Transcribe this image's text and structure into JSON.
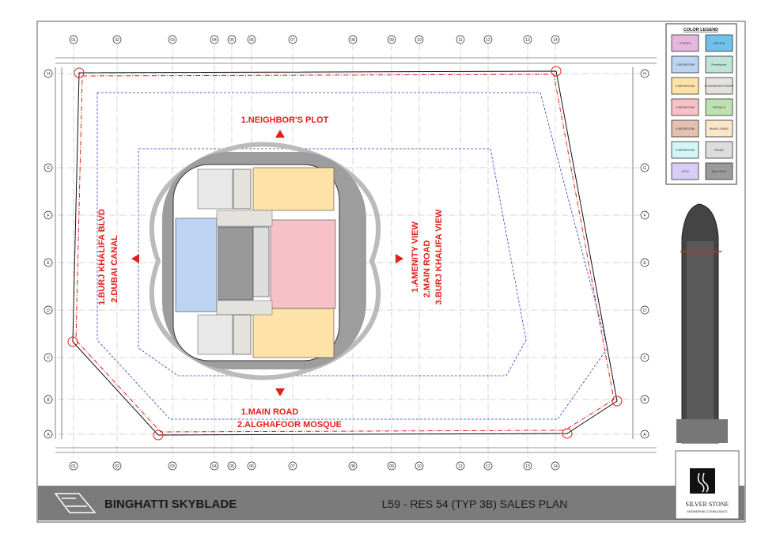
{
  "title_bar": {
    "project_name": "BINGHATTI SKYBLADE",
    "sheet_title": "L59 - RES 54 (TYP 3B) SALES PLAN"
  },
  "consultant": {
    "name": "SILVER STONE",
    "subtitle": "ENGINEERING CONSULTANTS"
  },
  "legend": {
    "title": "COLOR LEGEND",
    "items": [
      {
        "label": "STUDIO",
        "color": "#e3b8dc"
      },
      {
        "label": "OFFICE",
        "color": "#6ec1ea"
      },
      {
        "label": "1 BEDROOM",
        "color": "#bcd3f2"
      },
      {
        "label": "Penthouse",
        "color": "#bfe3d8"
      },
      {
        "label": "2 BEDROOM",
        "color": "#fde3a8"
      },
      {
        "label": "CORRIDOR/STAIRS",
        "color": "#e4e2dc"
      },
      {
        "label": "3 BEDROOM",
        "color": "#f6c2c8"
      },
      {
        "label": "RETAILS",
        "color": "#bfe0b0"
      },
      {
        "label": "4 BEDROOM",
        "color": "#e3c0b0"
      },
      {
        "label": "MAIN LOBBY",
        "color": "#fbe6c8"
      },
      {
        "label": "5 BEDROOM",
        "color": "#d2f6f8"
      },
      {
        "label": "ROAD",
        "color": "#dcdcdc"
      },
      {
        "label": "GYM",
        "color": "#d8cdf6"
      },
      {
        "label": "BALCONY",
        "color": "#9a9a9a"
      }
    ]
  },
  "directions": {
    "top": "1.NEIGHBOR'S PLOT",
    "bottom": [
      "1.MAIN ROAD",
      "2.ALGHAFOOR MOSQUE"
    ],
    "left": [
      "1.BURJ KHALIFA BLVD",
      "2.DUBAI CANAL"
    ],
    "right": [
      "1.AMENITY VIEW",
      "2.MAIN ROAD",
      "3.BURJ KHALIFA VIEW"
    ]
  },
  "grid": {
    "columns": [
      "01",
      "02",
      "03",
      "04",
      "05",
      "06",
      "07",
      "08",
      "09",
      "10",
      "11",
      "12",
      "13",
      "14"
    ],
    "rows": [
      "H",
      "G",
      "F",
      "E",
      "D",
      "C",
      "B",
      "A"
    ]
  },
  "colors": {
    "accent_red": "#e0201b",
    "title_bar": "#7b7b7b",
    "blue_line": "#2a3fc0"
  }
}
